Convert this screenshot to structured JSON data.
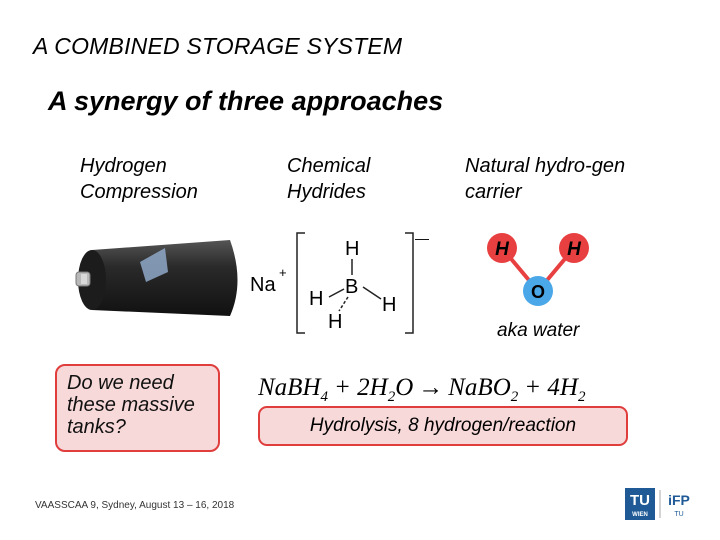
{
  "slide": {
    "title": "A COMBINED STORAGE SYSTEM",
    "subtitle": "A synergy of three approaches",
    "columns": [
      {
        "line1": "Hydrogen",
        "line2": "Compression"
      },
      {
        "line1": "Chemical",
        "line2": "Hydrides"
      },
      {
        "line1": "Natural hydro-gen",
        "line2": "carrier"
      }
    ],
    "molecule": {
      "cation": "Na",
      "cation_charge": "+",
      "center": "B",
      "hydrogen": "H",
      "anion_charge": "—"
    },
    "water": {
      "hydrogen": "H",
      "oxygen": "O",
      "caption": "aka water"
    },
    "question": {
      "line1": "Do we need",
      "line2": "these massive",
      "line3": "tanks?"
    },
    "equation": {
      "reactant1": "NaBH",
      "r1_sub": "4",
      "plus1": "+ 2H",
      "r2_sub": "2",
      "r2_tail": "O",
      "arrow": "→",
      "product1": "NaBO",
      "p1_sub": "2",
      "plus2": "+ 4H",
      "p2_sub": "2"
    },
    "hydrolysis_note": "Hydrolysis, 8 hydrogen/reaction",
    "footer": "VAASSCAA 9, Sydney, August 13 – 16, 2018",
    "logos": {
      "tu_top": "TU",
      "tu_bottom": "WIEN",
      "ifp_top": "iFP",
      "ifp_bottom": "TU"
    },
    "colors": {
      "highlight_fill": "#f8d9d9",
      "highlight_border": "#e03d3d",
      "atom_h": "#e84040",
      "atom_o": "#4aa8e8",
      "bond": "#e84040"
    }
  }
}
